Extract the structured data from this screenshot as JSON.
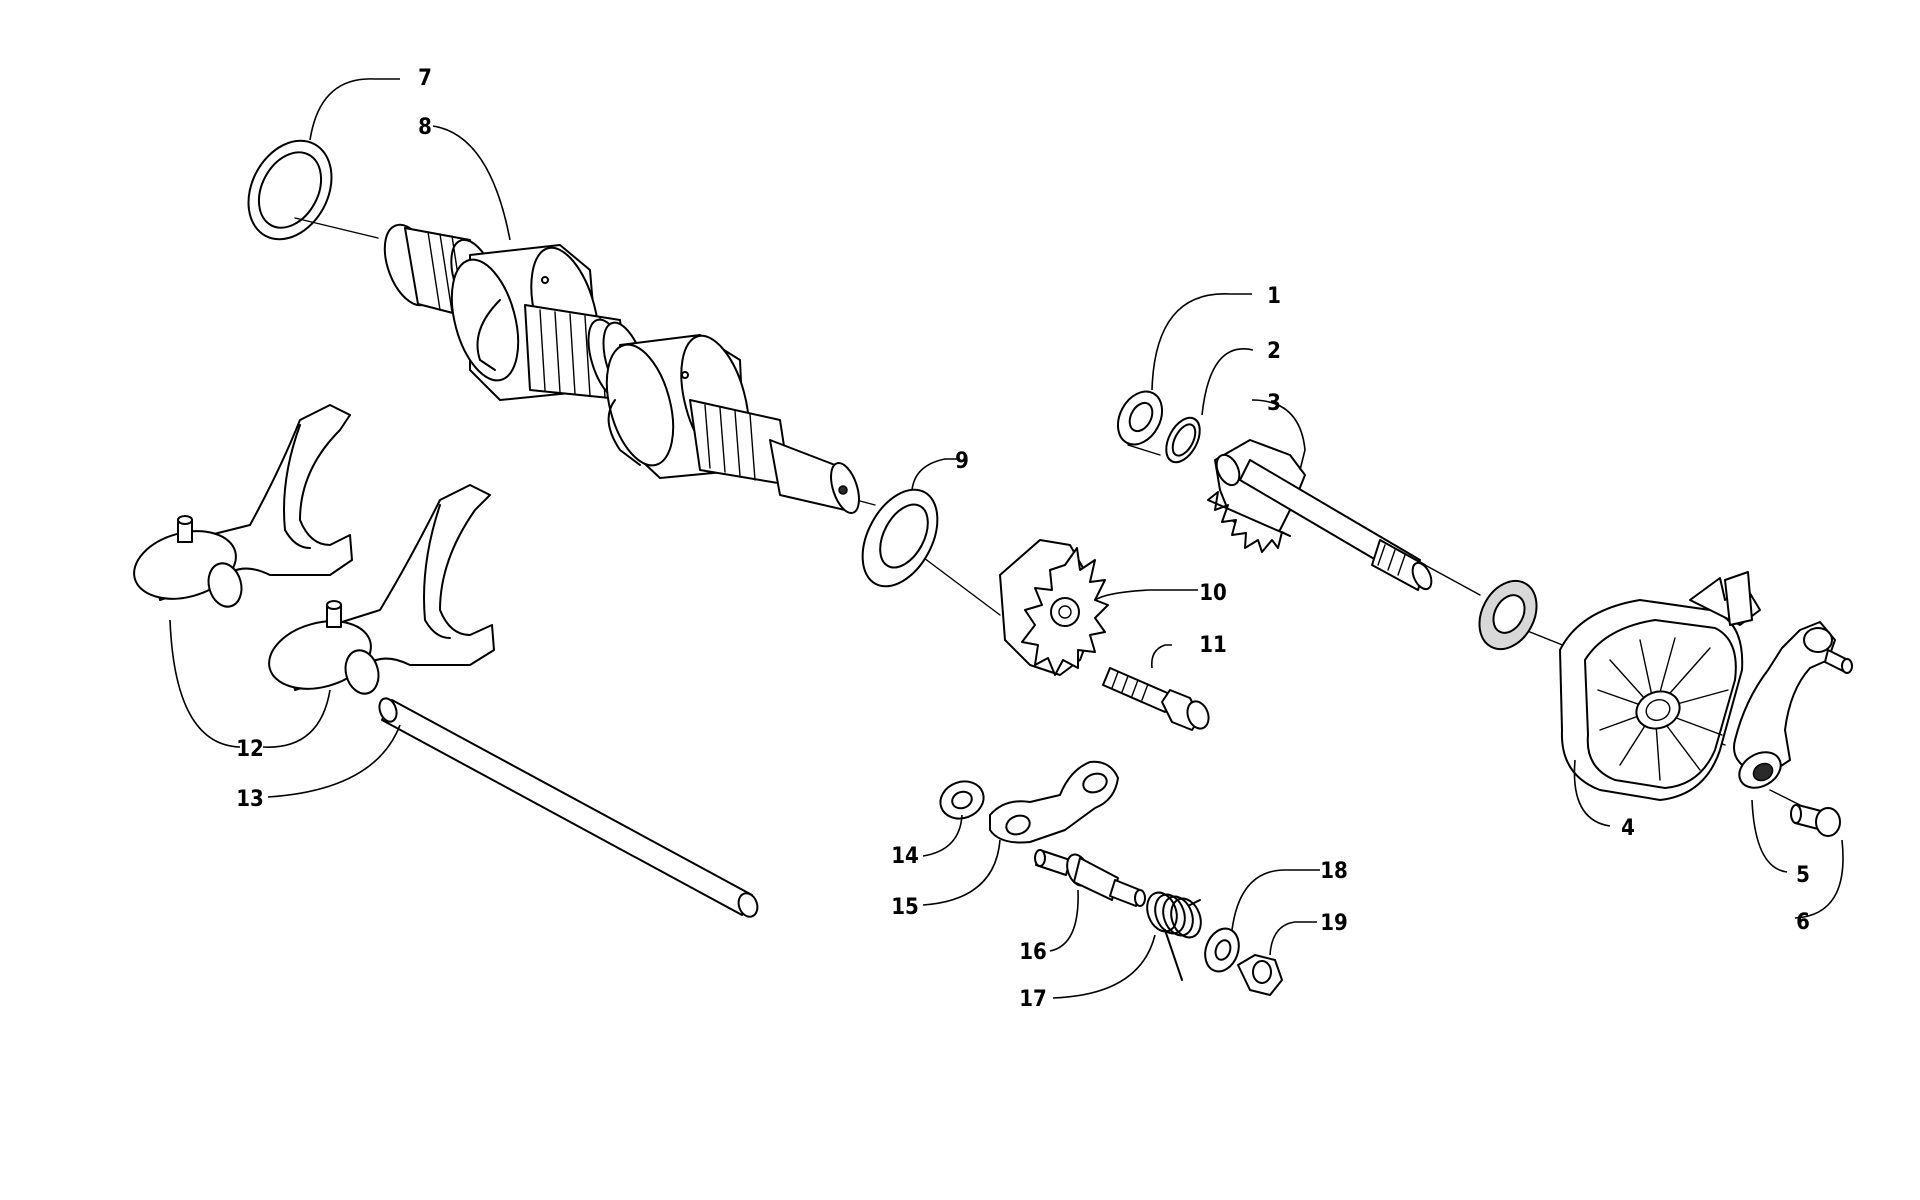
{
  "diagram": {
    "colors": {
      "ink": "#000000",
      "paper": "#ffffff"
    },
    "callouts": [
      {
        "id": "1",
        "label": "1"
      },
      {
        "id": "2",
        "label": "2"
      },
      {
        "id": "3",
        "label": "3"
      },
      {
        "id": "4",
        "label": "4"
      },
      {
        "id": "5",
        "label": "5"
      },
      {
        "id": "6",
        "label": "6"
      },
      {
        "id": "7",
        "label": "7"
      },
      {
        "id": "8",
        "label": "8"
      },
      {
        "id": "9",
        "label": "9"
      },
      {
        "id": "10",
        "label": "10"
      },
      {
        "id": "11",
        "label": "11"
      },
      {
        "id": "12",
        "label": "12"
      },
      {
        "id": "13",
        "label": "13"
      },
      {
        "id": "14",
        "label": "14"
      },
      {
        "id": "15",
        "label": "15"
      },
      {
        "id": "16",
        "label": "16"
      },
      {
        "id": "17",
        "label": "17"
      },
      {
        "id": "18",
        "label": "18"
      },
      {
        "id": "19",
        "label": "19"
      }
    ]
  }
}
